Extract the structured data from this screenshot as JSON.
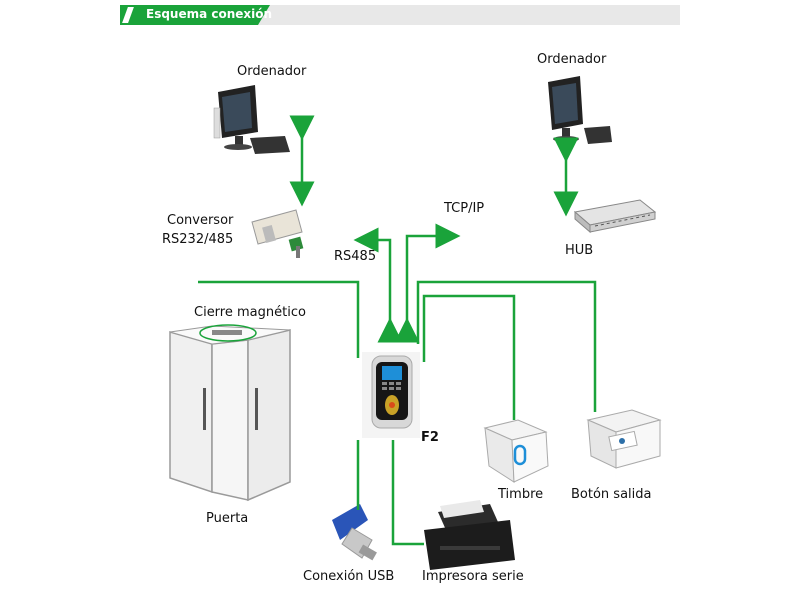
{
  "header": {
    "title": "Esquema conexión"
  },
  "nodes": {
    "computer_left": "Ordenador",
    "computer_right": "Ordenador",
    "converter": "Conversor",
    "converter_model": "RS232/485",
    "rs485": "RS485",
    "tcpip": "TCP/IP",
    "hub": "HUB",
    "magnetic_lock": "Cierre magnético",
    "door": "Puerta",
    "device": "F2",
    "bell": "Timbre",
    "exit_button": "Botón salida",
    "usb": "Conexión USB",
    "printer": "Impresora serie"
  },
  "colors": {
    "wire": "#1aa33a",
    "accent": "#1aa33a",
    "header_bg": "#e8e8e8"
  }
}
